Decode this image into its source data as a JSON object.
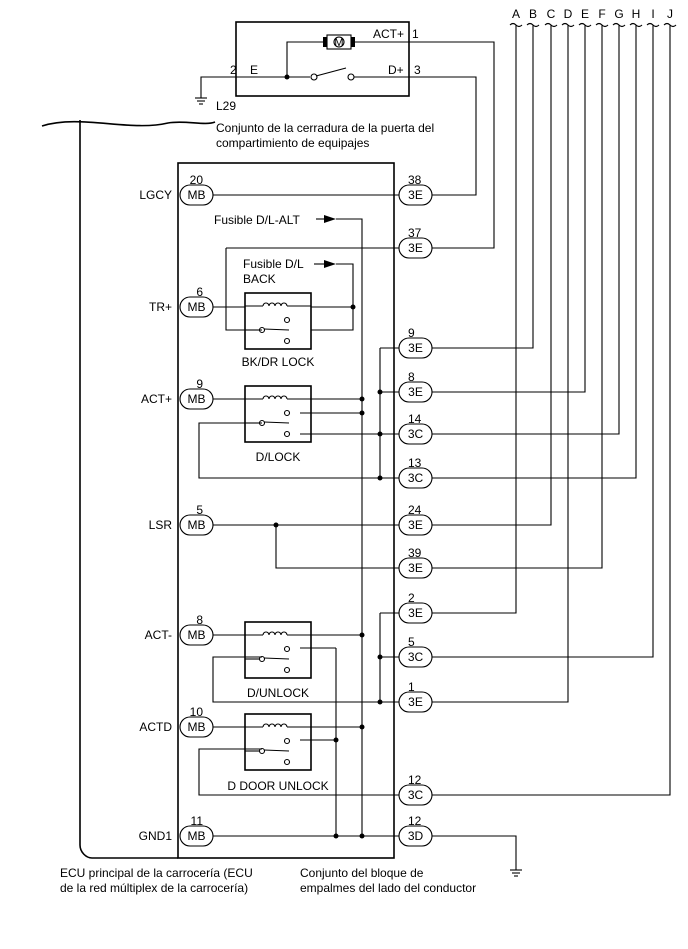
{
  "labels": {
    "actuator_pin_act": "ACT+",
    "actuator_pin_act_no": "1",
    "actuator_pin_e": "E",
    "actuator_pin_e_no": "2",
    "actuator_pin_d": "D+",
    "actuator_pin_d_no": "3",
    "motor_symbol": "M",
    "lock_connector": "L29",
    "lock_title_1": "Conjunto de la cerradura de la puerta del",
    "lock_title_2": "compartimiento de equipajes",
    "fuse_alt": "Fusible D/L-ALT",
    "fuse_back_1": "Fusible D/L",
    "fuse_back_2": "BACK",
    "relay_bkdr": "BK/DR LOCK",
    "relay_dlock": "D/LOCK",
    "relay_dunlock": "D/UNLOCK",
    "relay_ddoor": "D DOOR UNLOCK",
    "ecu_caption_1": "ECU principal de la carrocería (ECU",
    "ecu_caption_2": "de la red múltiplex de la carrocería)",
    "jb_caption_1": "Conjunto del bloque de",
    "jb_caption_2": "empalmes del lado del conductor"
  },
  "columns": [
    "A",
    "B",
    "C",
    "D",
    "E",
    "F",
    "G",
    "H",
    "I",
    "J"
  ],
  "left_terminals": [
    {
      "signal": "LGCY",
      "pin": "20",
      "connector": "MB"
    },
    {
      "signal": "TR+",
      "pin": "6",
      "connector": "MB"
    },
    {
      "signal": "ACT+",
      "pin": "9",
      "connector": "MB"
    },
    {
      "signal": "LSR",
      "pin": "5",
      "connector": "MB"
    },
    {
      "signal": "ACT-",
      "pin": "8",
      "connector": "MB"
    },
    {
      "signal": "ACTD",
      "pin": "10",
      "connector": "MB"
    },
    {
      "signal": "GND1",
      "pin": "11",
      "connector": "MB"
    }
  ],
  "right_terminals": [
    {
      "pin": "38",
      "connector": "3E"
    },
    {
      "pin": "37",
      "connector": "3E"
    },
    {
      "pin": "9",
      "connector": "3E"
    },
    {
      "pin": "8",
      "connector": "3E"
    },
    {
      "pin": "14",
      "connector": "3C"
    },
    {
      "pin": "13",
      "connector": "3C"
    },
    {
      "pin": "24",
      "connector": "3E"
    },
    {
      "pin": "39",
      "connector": "3E"
    },
    {
      "pin": "2",
      "connector": "3E"
    },
    {
      "pin": "5",
      "connector": "3C"
    },
    {
      "pin": "1",
      "connector": "3E"
    },
    {
      "pin": "12",
      "connector": "3C"
    },
    {
      "pin": "12",
      "connector": "3D"
    }
  ]
}
